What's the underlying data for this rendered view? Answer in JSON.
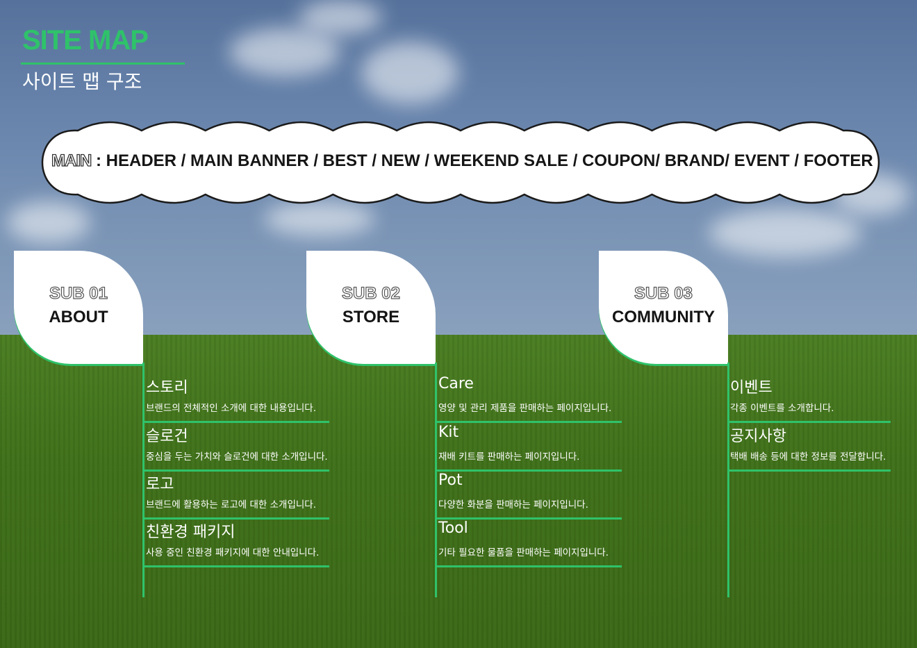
{
  "header": {
    "title": "SITE MAP",
    "subtitle": "사이트 맵 구조"
  },
  "main": {
    "label": "MAIN",
    "text": " : HEADER / MAIN BANNER / BEST / NEW / WEEKEND SALE / COUPON/ BRAND/ EVENT / FOOTER"
  },
  "sections": [
    {
      "number": "SUB 01",
      "name": "ABOUT",
      "items": [
        {
          "title": "스토리",
          "desc": "브랜드의 전체적인 소개에 대한 내용입니다."
        },
        {
          "title": "슬로건",
          "desc": "중심을 두는 가치와 슬로건에 대한 소개입니다."
        },
        {
          "title": "로고",
          "desc": "브랜드에 활용하는 로고에 대한 소개입니다."
        },
        {
          "title": "친환경 패키지",
          "desc": "사용 중인 친환경 패키지에 대한 안내입니다."
        }
      ]
    },
    {
      "number": "SUB 02",
      "name": "STORE",
      "items": [
        {
          "title": "Care",
          "desc": "영양 및 관리 제품을 판매하는 페이지입니다."
        },
        {
          "title": "Kit",
          "desc": "재배 키트를 판매하는 페이지입니다."
        },
        {
          "title": "Pot",
          "desc": "다양한 화분을 판매하는 페이지입니다."
        },
        {
          "title": "Tool",
          "desc": "기타 필요한 물품을 판매하는 페이지입니다."
        }
      ]
    },
    {
      "number": "SUB 03",
      "name": "COMMUNITY",
      "items": [
        {
          "title": "이벤트",
          "desc": "각종 이벤트를 소개합니다."
        },
        {
          "title": "공지사항",
          "desc": "택배 배송 등에 대한 정보를 전달합니다."
        }
      ]
    }
  ],
  "colors": {
    "accent": "#2fc26a",
    "sky": "#6381ab",
    "grass": "#427419"
  }
}
